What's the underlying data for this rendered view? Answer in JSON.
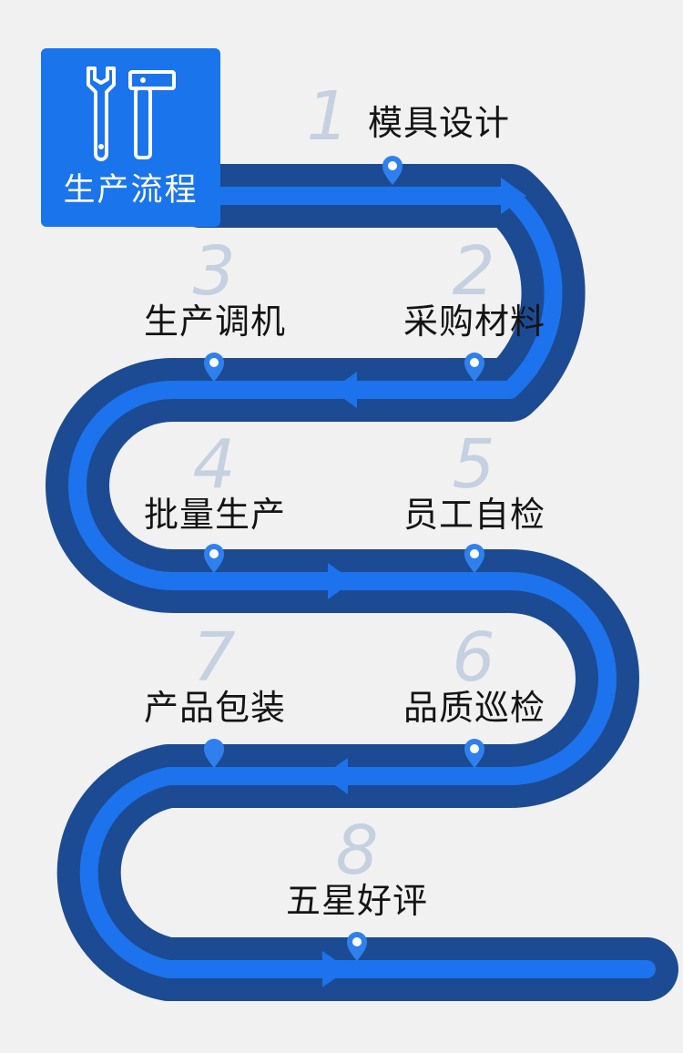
{
  "header": {
    "title": "生产流程",
    "icon": "tools-wrench-hammer-icon"
  },
  "colors": {
    "road_dark": "#1c4b93",
    "road_lane": "#1d73ed",
    "marker": "#2f80ee",
    "number": "#c5d0e0",
    "label": "#141414",
    "header_bg": "#1a74ec"
  },
  "steps": [
    {
      "num": "1",
      "label": "模具设计"
    },
    {
      "num": "2",
      "label": "采购材料"
    },
    {
      "num": "3",
      "label": "生产调机"
    },
    {
      "num": "4",
      "label": "批量生产"
    },
    {
      "num": "5",
      "label": "员工自检"
    },
    {
      "num": "6",
      "label": "品质巡检"
    },
    {
      "num": "7",
      "label": "产品包装"
    },
    {
      "num": "8",
      "label": "五星好评"
    }
  ]
}
